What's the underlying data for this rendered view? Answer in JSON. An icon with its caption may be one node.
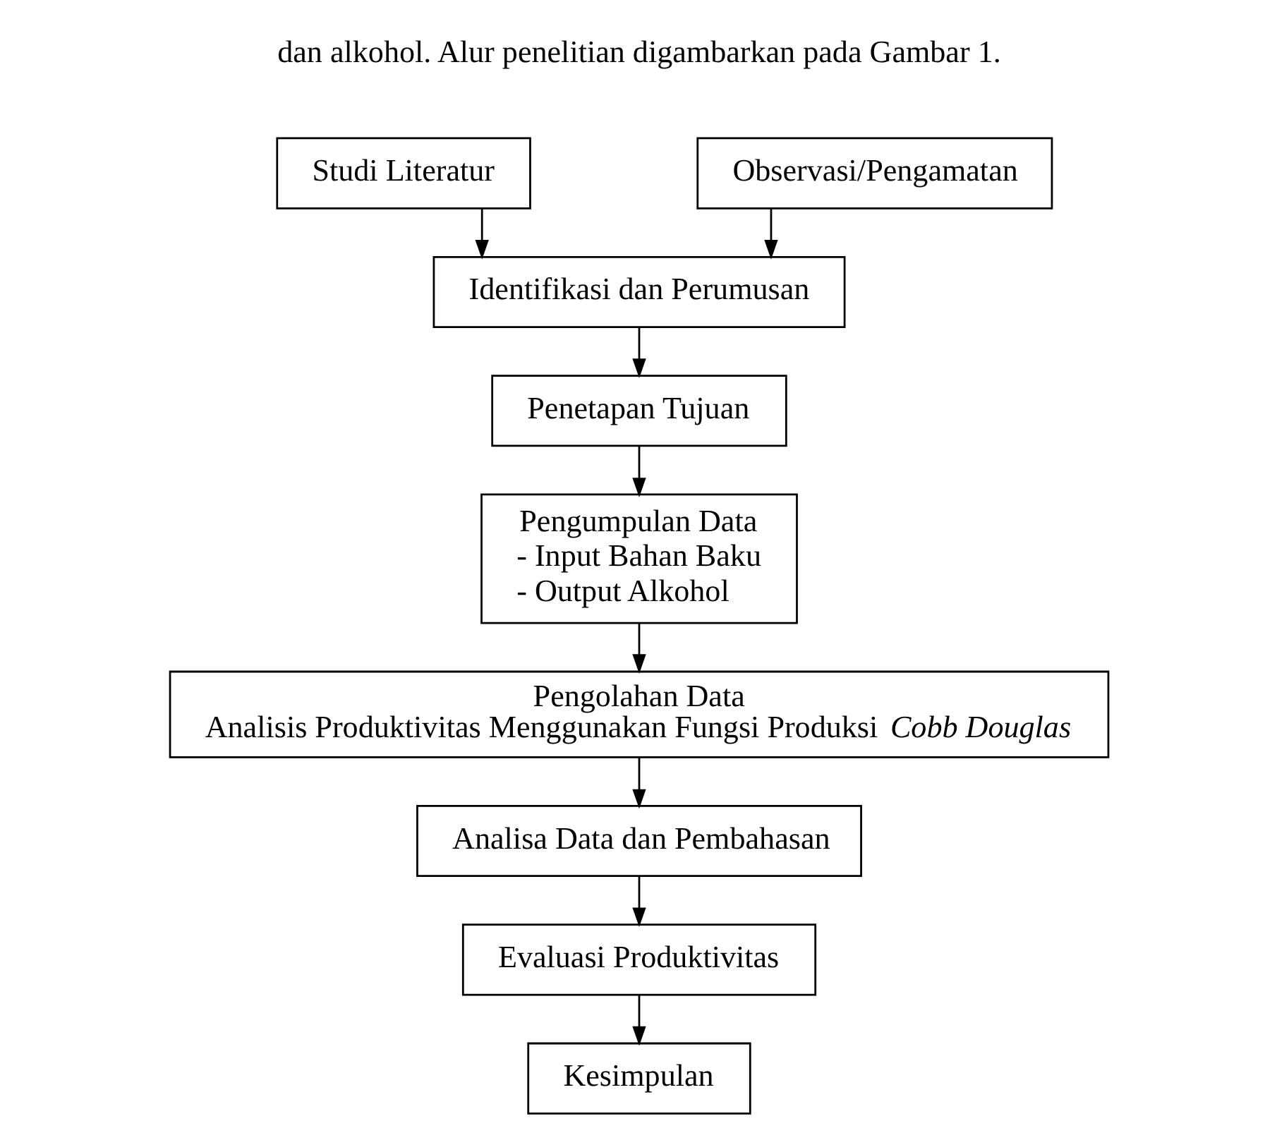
{
  "diagram": {
    "nodes": [
      {
        "text": [
          "Studi Literatur"
        ]
      },
      {
        "text": [
          "Observasi/Pengamatan"
        ]
      },
      {
        "text": [
          "Identifikasi dan Perumusan"
        ]
      },
      {
        "text": [
          "Penetapan Tujuan"
        ]
      },
      {
        "text": [
          "Pengumpulan Data",
          "- Input Bahan Baku",
          "- Output Alkohol"
        ]
      },
      {
        "text": [
          "Pengolahan Data",
          "Analisis Produktivitas Menggunakan Fungsi Produksi *Cobb Douglas*"
        ]
      },
      {
        "text": [
          "Analisa Data dan Pembahasan"
        ]
      },
      {
        "text": [
          "Evaluasi Produktivitas"
        ]
      },
      {
        "text": [
          "Kesimpulan"
        ]
      }
    ],
    "edges": [
      {
        "from": 0,
        "to": 2,
        "arrow": "to"
      },
      {
        "from": 1,
        "to": 2,
        "arrow": "to"
      },
      {
        "from": 2,
        "to": 3,
        "arrow": "to"
      },
      {
        "from": 3,
        "to": 4,
        "arrow": "to"
      },
      {
        "from": 4,
        "to": 5,
        "arrow": "to"
      },
      {
        "from": 5,
        "to": 6,
        "arrow": "to"
      },
      {
        "from": 6,
        "to": 7,
        "arrow": "to"
      },
      {
        "from": 7,
        "to": 8,
        "arrow": "to"
      }
    ],
    "labels": [
      "dan alkohol. Alur penelitian digambarkan pada Gambar 1."
    ]
  }
}
